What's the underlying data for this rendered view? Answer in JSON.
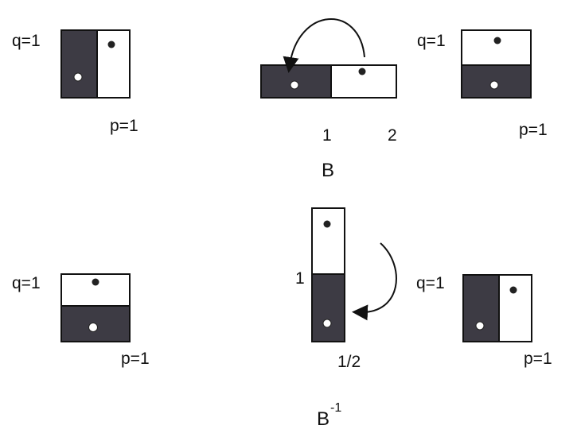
{
  "colors": {
    "dark_region": "#3d3b44",
    "light_region": "#ffffff"
  },
  "forward": {
    "caption": "B",
    "initial": {
      "q_label": "q=1",
      "p_label": "p=1"
    },
    "stretched": {
      "tick_1": "1",
      "tick_2": "2"
    },
    "result": {
      "q_label": "q=1",
      "p_label": "p=1"
    }
  },
  "inverse": {
    "caption_base": "B",
    "caption_exp": "-1",
    "initial": {
      "q_label": "q=1",
      "p_label": "p=1"
    },
    "stretched": {
      "tick_1": "1",
      "tick_half": "1/2"
    },
    "result": {
      "q_label": "q=1",
      "p_label": "p=1"
    }
  }
}
